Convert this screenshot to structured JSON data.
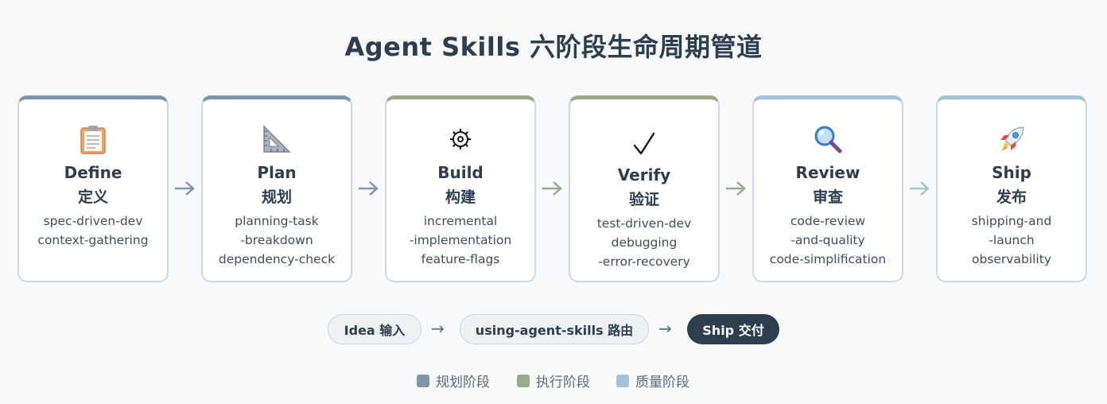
{
  "title": "Agent Skills 六阶段生命周期管道",
  "colors": {
    "planning": "#7f95ab",
    "execution": "#9aa989",
    "quality": "#a5c3d6",
    "dark": "#2c3e50"
  },
  "stages": [
    {
      "en": "Define",
      "zh": "定义",
      "icon": "clipboard-icon",
      "phase": "planning",
      "skills": [
        "spec-driven-dev",
        "context-gathering"
      ]
    },
    {
      "en": "Plan",
      "zh": "规划",
      "icon": "triangle-ruler-icon",
      "phase": "planning",
      "skills": [
        "planning-task",
        "-breakdown",
        "dependency-check"
      ]
    },
    {
      "en": "Build",
      "zh": "构建",
      "icon": "gear-icon",
      "phase": "execution",
      "skills": [
        "incremental",
        "-implementation",
        "feature-flags"
      ]
    },
    {
      "en": "Verify",
      "zh": "验证",
      "icon": "checkmark-icon",
      "phase": "execution",
      "skills": [
        "test-driven-dev",
        "debugging",
        "-error-recovery"
      ]
    },
    {
      "en": "Review",
      "zh": "审查",
      "icon": "magnifier-icon",
      "phase": "quality",
      "skills": [
        "code-review",
        "-and-quality",
        "code-simplification"
      ]
    },
    {
      "en": "Ship",
      "zh": "发布",
      "icon": "rocket-icon",
      "phase": "quality",
      "skills": [
        "shipping-and",
        "-launch",
        "observability"
      ]
    }
  ],
  "flow": {
    "input": "Idea 输入",
    "router": "using-agent-skills 路由",
    "output": "Ship 交付",
    "arrow": "→"
  },
  "legend": [
    {
      "label": "规划阶段",
      "phase": "planning"
    },
    {
      "label": "执行阶段",
      "phase": "execution"
    },
    {
      "label": "质量阶段",
      "phase": "quality"
    }
  ]
}
